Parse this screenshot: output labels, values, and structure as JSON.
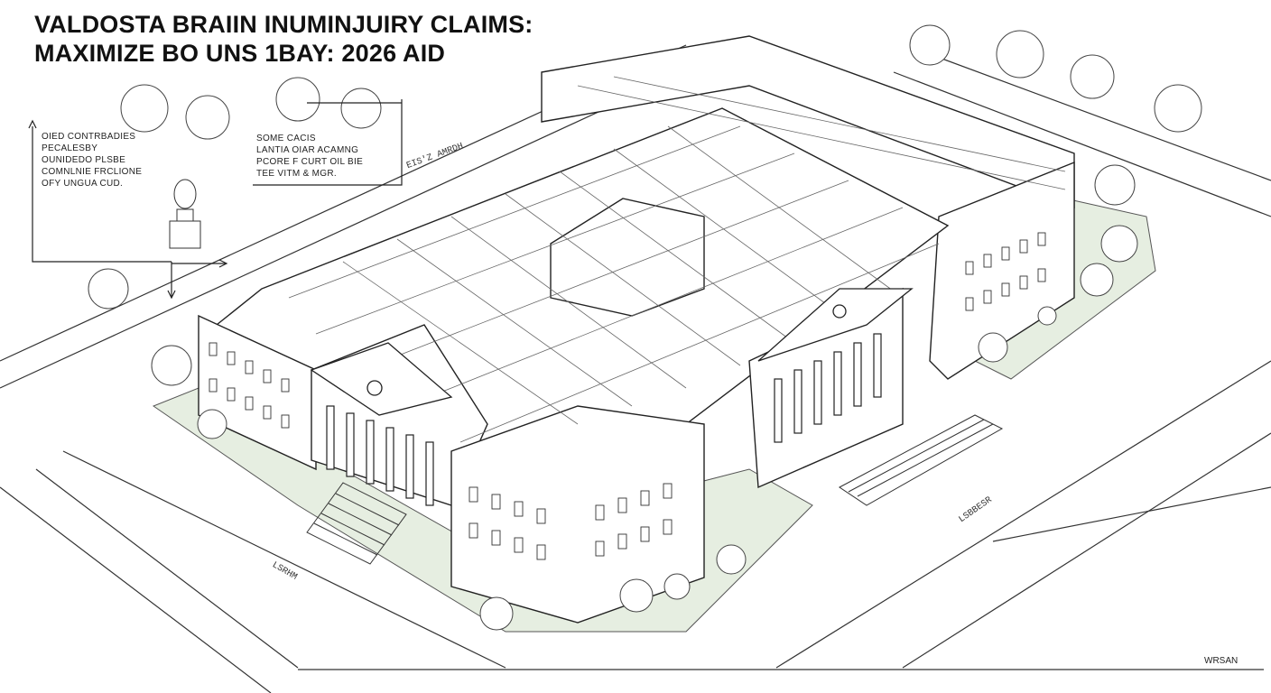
{
  "title": {
    "line1": "VALDOSTA BRAIIN INUMINJUIRY CLAIMS:",
    "line2": "MAXIMIZE BO UNS 1BAY: 2026 AID"
  },
  "notes": {
    "left": [
      "OIED CONTRBADIES",
      "PECALESBY",
      "OUNIDEDO PLSBE",
      "COMNLNIE FRCLIONE",
      "OFY UNGUA CUD."
    ],
    "middle": [
      "SOME CACIS",
      "LANTIA OIAR ACAMNG",
      "PCORE F CURT OIL BIE",
      "TEE VITM & MGR."
    ]
  },
  "street_labels": {
    "north": "EIS'Z AMRDH",
    "west": "LSRHM",
    "east": "LSBBESR"
  },
  "signature": "WRSAN",
  "colors": {
    "ink": "#2a2a2a",
    "lawn": "#e6eee1",
    "paper": "#ffffff"
  }
}
